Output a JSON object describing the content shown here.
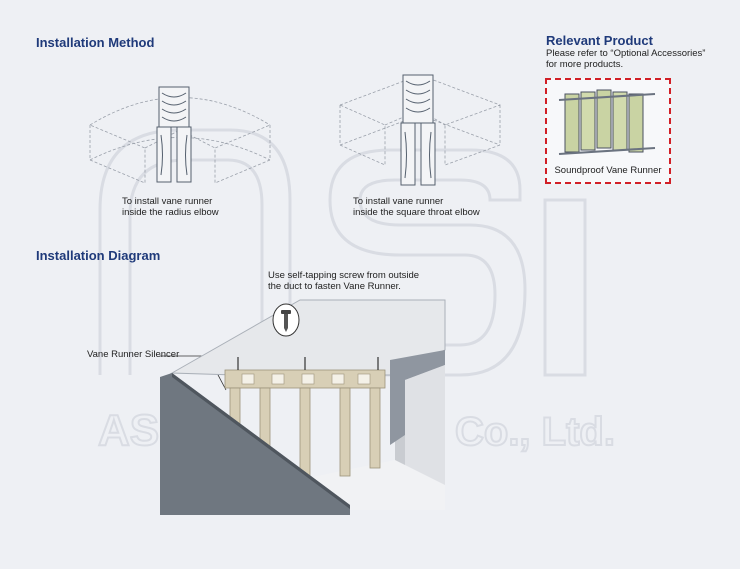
{
  "watermark": {
    "text": "ASI Co., Ltd."
  },
  "installation_method": {
    "title": "Installation Method",
    "radius_caption": "To install vane runner\ninside the radius elbow",
    "square_caption": "To install vane runner\ninside the square throat elbow"
  },
  "relevant_product": {
    "title": "Relevant Product",
    "note": "Please refer to “Optional Accessories”\nfor more products.",
    "caption": "Soundproof Vane Runner"
  },
  "installation_diagram": {
    "title": "Installation Diagram",
    "screw_note": "Use self-tapping screw from outside\nthe duct to fasten Vane Runner.",
    "silencer_label": "Vane Runner Silencer"
  },
  "colors": {
    "heading": "#1f3a7a",
    "dashed_border": "#d11f26"
  }
}
